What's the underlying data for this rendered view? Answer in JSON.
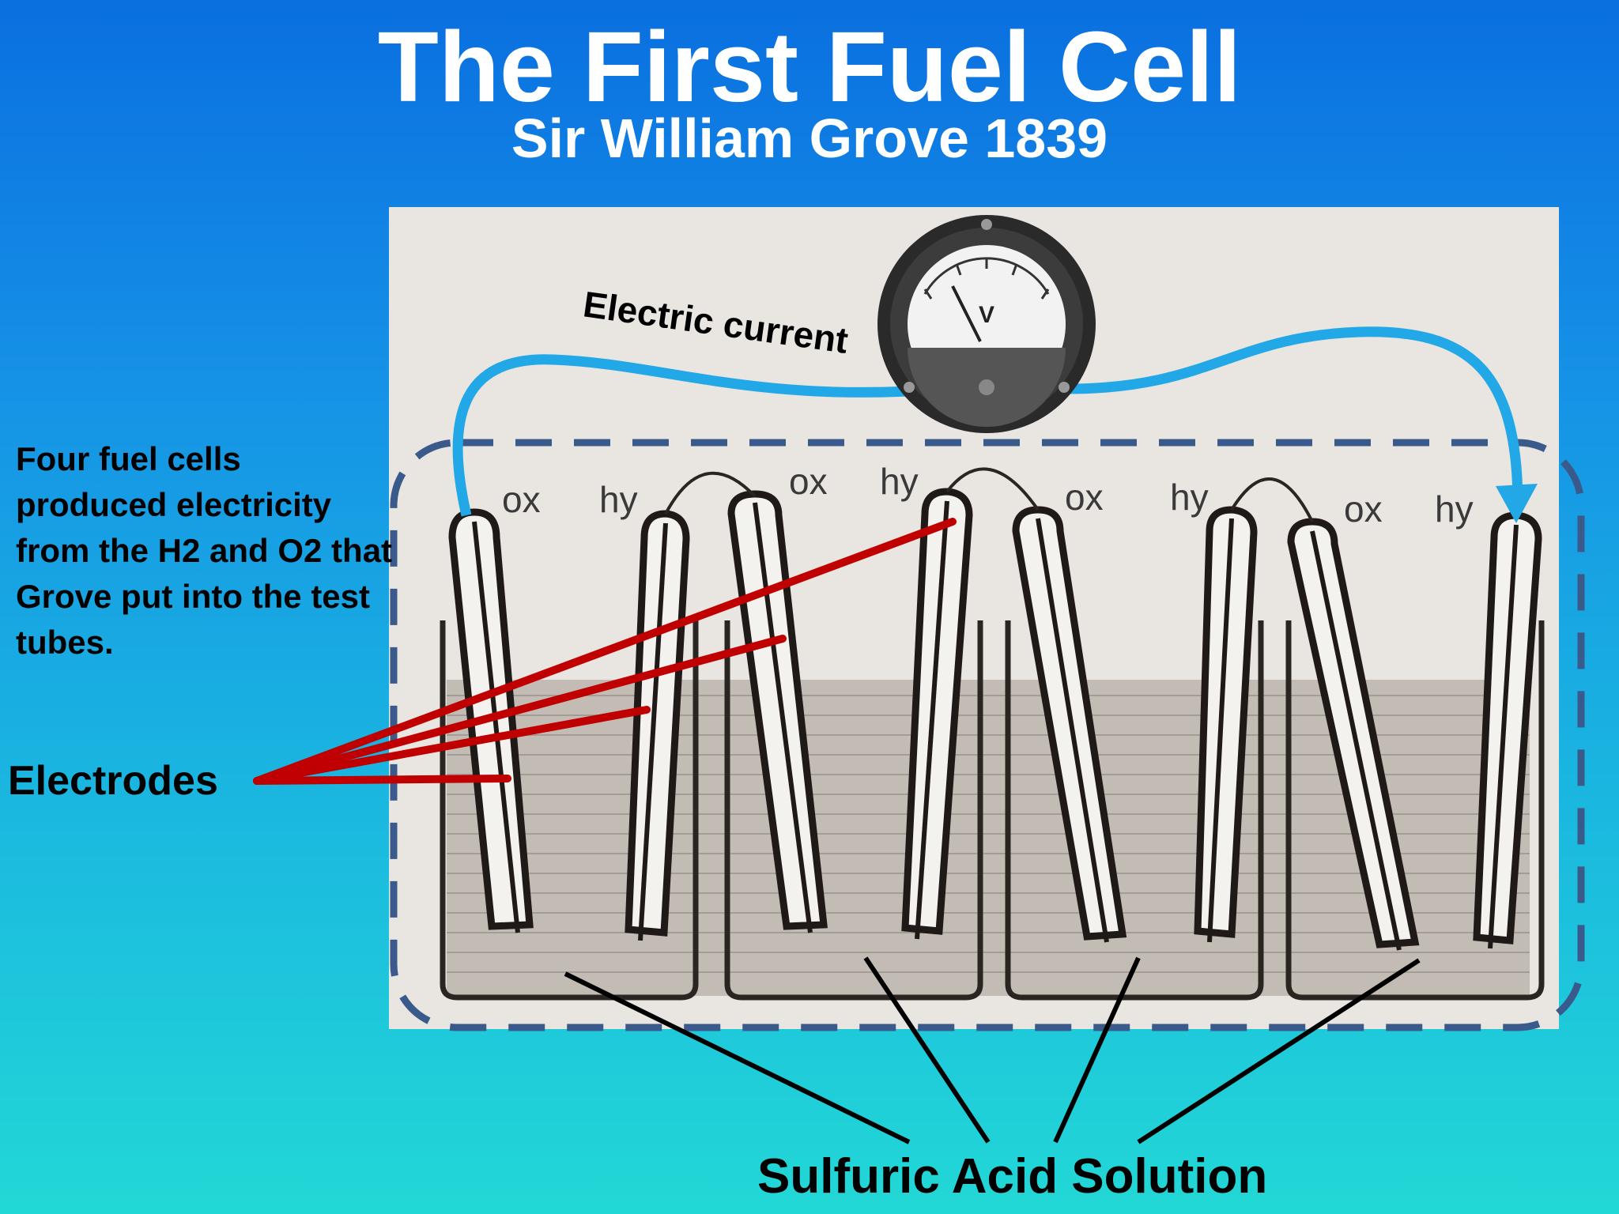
{
  "title": "The First Fuel Cell",
  "subtitle": "Sir William Grove 1839",
  "description": "Four fuel cells produced  electricity from the H2 and O2 that Grove put into the test tubes.",
  "labels": {
    "electric_current": "Electric current",
    "electrodes": "Electrodes",
    "acid": "Sulfuric Acid Solution",
    "meter": "V",
    "cells": [
      {
        "ox": "ox",
        "hy": "hy"
      },
      {
        "ox": "ox",
        "hy": "hy"
      },
      {
        "ox": "ox",
        "hy": "hy"
      },
      {
        "ox": "ox",
        "hy": "hy"
      }
    ]
  },
  "colors": {
    "current_arrow": "#22a8e6",
    "electrode_pointers": "#c00000",
    "dashed_box": "#3a5a8c"
  }
}
